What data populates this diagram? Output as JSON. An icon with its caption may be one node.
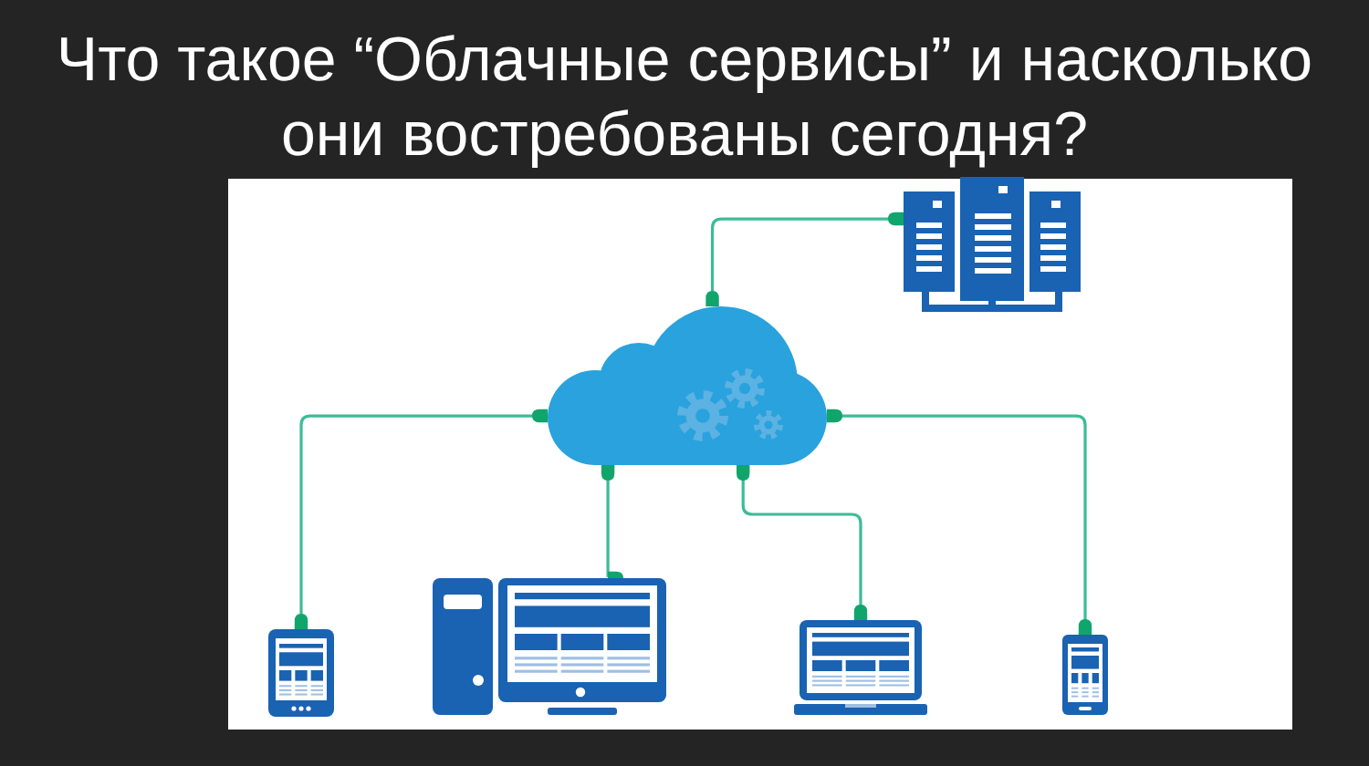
{
  "diagram": {
    "title": "Что такое “Облачные сервисы” и насколько они востребованы сегодня?",
    "nodes": [
      {
        "text": [],
        "shape": "picture"
      },
      {
        "text": [],
        "shape": "cloud"
      },
      {
        "text": [],
        "shape": "picture"
      },
      {
        "text": [],
        "shape": "picture"
      },
      {
        "text": [],
        "shape": "picture"
      },
      {
        "text": [],
        "shape": "picture"
      }
    ],
    "edges": [
      {
        "from": 1,
        "to": 0,
        "arrow": "other"
      },
      {
        "from": 1,
        "to": 2,
        "arrow": "other"
      },
      {
        "from": 1,
        "to": 3,
        "arrow": "other"
      },
      {
        "from": 1,
        "to": 4,
        "arrow": "other"
      },
      {
        "from": 1,
        "to": 5,
        "arrow": "other"
      }
    ]
  }
}
